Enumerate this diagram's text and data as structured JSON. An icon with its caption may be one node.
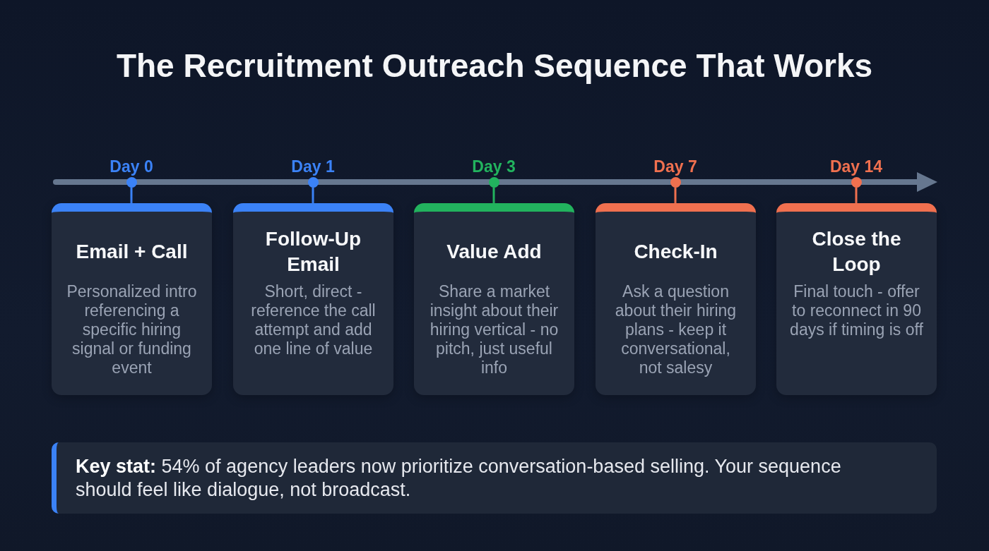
{
  "diagram": {
    "title": "The Recruitment Outreach Sequence That Works",
    "nodes": [
      {
        "text": [],
        "shape": "circle",
        "beside": [
          "Day 0"
        ]
      },
      {
        "text": [
          "Email + Call",
          "Personalized intro referencing a specific hiring signal or funding event"
        ]
      },
      {
        "text": [],
        "shape": "circle",
        "beside": [
          "Day 1"
        ]
      },
      {
        "text": [
          "Follow-Up Email",
          "Short, direct - reference the call attempt and add one line of value"
        ]
      },
      {
        "text": [],
        "shape": "circle",
        "beside": [
          "Day 3"
        ]
      },
      {
        "text": [
          "Value Add",
          "Share a market insight about their hiring vertical - no pitch, just useful info"
        ]
      },
      {
        "text": [],
        "shape": "circle",
        "beside": [
          "Day 7"
        ]
      },
      {
        "text": [
          "Check-In",
          "Ask a question about their hiring plans - keep it conversational, not salesy"
        ]
      },
      {
        "text": [],
        "shape": "circle",
        "beside": [
          "Day 14"
        ]
      },
      {
        "text": [
          "Close the Loop",
          "Final touch - offer to reconnect in 90 days if timing is off"
        ]
      },
      {
        "text": [
          "**Key stat:** 54% of agency leaders now prioritize conversation-based selling. Your sequence should feel like dialogue, not broadcast."
        ]
      }
    ],
    "edges": [
      {
        "from": 0,
        "to": 1,
        "arrow": "none",
        "color": "#3b82f6"
      },
      {
        "from": 2,
        "to": 3,
        "arrow": "none",
        "color": "#3b82f6"
      },
      {
        "from": 4,
        "to": 5,
        "arrow": "none",
        "color": "#22b35e"
      },
      {
        "from": 6,
        "to": 7,
        "arrow": "none",
        "color": "#f0704f"
      },
      {
        "from": 8,
        "to": 9,
        "arrow": "none",
        "color": "#f0704f"
      }
    ]
  }
}
